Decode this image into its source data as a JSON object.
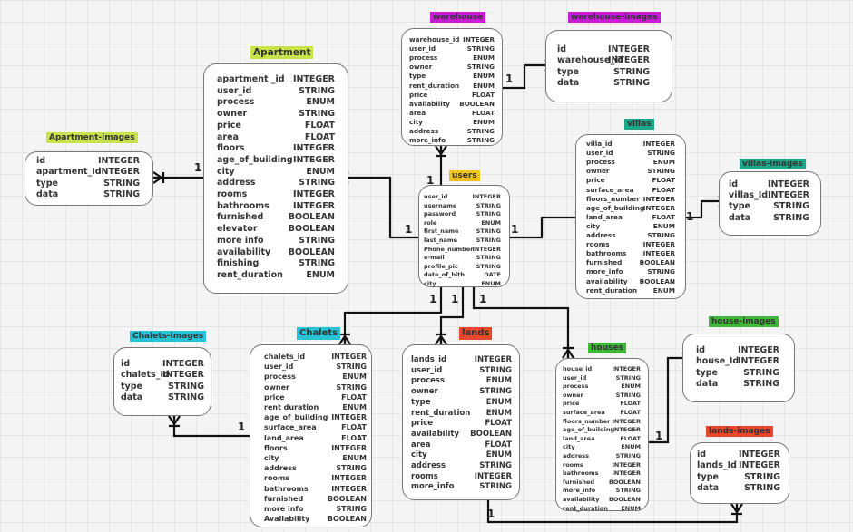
{
  "entities": {
    "warehouse": {
      "title": "warehouse",
      "color": "#c91bd8",
      "fields": [
        [
          "warehouse_id",
          "INTEGER"
        ],
        [
          "user_id",
          "STRING"
        ],
        [
          "process",
          "ENUM"
        ],
        [
          "owner",
          "STRING"
        ],
        [
          "type",
          "ENUM"
        ],
        [
          "rent_duration",
          "ENUM"
        ],
        [
          "price",
          "FLOAT"
        ],
        [
          "availability",
          "BOOLEAN"
        ],
        [
          "area",
          "FLOAT"
        ],
        [
          "city",
          "ENUM"
        ],
        [
          "address",
          "STRING"
        ],
        [
          "more_info",
          "STRING"
        ]
      ]
    },
    "warehouse_images": {
      "title": "warehouse-images",
      "color": "#c91bd8",
      "fields": [
        [
          "id",
          "INTEGER"
        ],
        [
          "warehouse_id",
          "INTEGER"
        ],
        [
          "type",
          "STRING"
        ],
        [
          "data",
          "STRING"
        ]
      ]
    },
    "apartment": {
      "title": "Apartment",
      "color": "#c9e34a",
      "fields": [
        [
          "apartment _id",
          "INTEGER"
        ],
        [
          "user_id",
          "STRING"
        ],
        [
          "process",
          "ENUM"
        ],
        [
          "owner",
          "STRING"
        ],
        [
          "price",
          "FLOAT"
        ],
        [
          "area",
          "FLOAT"
        ],
        [
          "floors",
          "INTEGER"
        ],
        [
          "age_of_building",
          "INTEGER"
        ],
        [
          "city",
          "ENUM"
        ],
        [
          "address",
          "STRING"
        ],
        [
          "rooms",
          "INTEGER"
        ],
        [
          "bathrooms",
          "INTEGER"
        ],
        [
          "furnished",
          "BOOLEAN"
        ],
        [
          "elevator",
          "BOOLEAN"
        ],
        [
          "more   info",
          "STRING"
        ],
        [
          "availability",
          "BOOLEAN"
        ],
        [
          "finishing",
          "STRING"
        ],
        [
          "rent_duration",
          "ENUM"
        ]
      ]
    },
    "apartment_images": {
      "title": "Apartment-images",
      "color": "#c9e34a",
      "fields": [
        [
          "id",
          "INTEGER"
        ],
        [
          "apartment_Id",
          "INTEGER"
        ],
        [
          "type",
          "STRING"
        ],
        [
          "data",
          "STRING"
        ]
      ]
    },
    "users": {
      "title": "users",
      "color": "#f2c21d",
      "fields": [
        [
          "user_id",
          "INTEGER"
        ],
        [
          "username",
          "STRING"
        ],
        [
          "password",
          "STRING"
        ],
        [
          "role",
          "ENUM"
        ],
        [
          "first_name",
          "STRING"
        ],
        [
          "last_name",
          "STRING"
        ],
        [
          "Phone_number",
          "INTEGER"
        ],
        [
          "e-mail",
          "STRING"
        ],
        [
          "profile_pic",
          "STRING"
        ],
        [
          "date_of_bith",
          "DATE"
        ],
        [
          "city",
          "ENUM"
        ]
      ]
    },
    "villas": {
      "title": "villas",
      "color": "#1aa88a",
      "fields": [
        [
          "villa_id",
          "INTEGER"
        ],
        [
          "user_id",
          "STRING"
        ],
        [
          "process",
          "ENUM"
        ],
        [
          "owner",
          "STRING"
        ],
        [
          "price",
          "FLOAT"
        ],
        [
          "surface_area",
          "FLOAT"
        ],
        [
          "floors_number",
          "INTEGER"
        ],
        [
          "age_of_building",
          "INTEGER"
        ],
        [
          "land_area",
          "FLOAT"
        ],
        [
          "city",
          "ENUM"
        ],
        [
          "address",
          "STRING"
        ],
        [
          "rooms",
          "INTEGER"
        ],
        [
          "bathrooms",
          "INTEGER"
        ],
        [
          "furnished",
          "BOOLEAN"
        ],
        [
          "more_info",
          "STRING"
        ],
        [
          "availability",
          "BOOLEAN"
        ],
        [
          "rent_duration",
          "ENUM"
        ]
      ]
    },
    "villas_images": {
      "title": "villas-images",
      "color": "#1aa88a",
      "fields": [
        [
          "id",
          "INTEGER"
        ],
        [
          "villas_Id",
          "INTEGER"
        ],
        [
          "type",
          "STRING"
        ],
        [
          "data",
          "STRING"
        ]
      ]
    },
    "chalets_images": {
      "title": "Chalets-images",
      "color": "#27c4d8",
      "fields": [
        [
          "id",
          "INTEGER"
        ],
        [
          "chalets_Id",
          "INTEGER"
        ],
        [
          "type",
          "STRING"
        ],
        [
          "data",
          "STRING"
        ]
      ]
    },
    "chalets": {
      "title": "Chalets",
      "color": "#27c4d8",
      "fields": [
        [
          "chalets_id",
          "INTEGER"
        ],
        [
          "user_id",
          "STRING"
        ],
        [
          "process",
          "ENUM"
        ],
        [
          "owner",
          "STRING"
        ],
        [
          "price",
          "FLOAT"
        ],
        [
          "rent duration",
          "ENUM"
        ],
        [
          "age_of_building",
          "INTEGER"
        ],
        [
          "surface_area",
          "FLOAT"
        ],
        [
          "land_area",
          "FLOAT"
        ],
        [
          "floors",
          "INTEGER"
        ],
        [
          "city",
          "ENUM"
        ],
        [
          "address",
          "STRING"
        ],
        [
          "rooms",
          "INTEGER"
        ],
        [
          "bathrooms",
          "INTEGER"
        ],
        [
          "furnished",
          "BOOLEAN"
        ],
        [
          "more info",
          "STRING"
        ],
        [
          "Availability",
          "BOOLEAN"
        ]
      ]
    },
    "lands": {
      "title": "lands",
      "color": "#e8472c",
      "fields": [
        [
          "lands_id",
          "INTEGER"
        ],
        [
          "user_id",
          "STRING"
        ],
        [
          "process",
          "ENUM"
        ],
        [
          "owner",
          "STRING"
        ],
        [
          "type",
          "ENUM"
        ],
        [
          "rent_duration",
          "ENUM"
        ],
        [
          "price",
          "FLOAT"
        ],
        [
          "availability",
          "BOOLEAN"
        ],
        [
          "area",
          "FLOAT"
        ],
        [
          "city",
          "ENUM"
        ],
        [
          "address",
          "STRING"
        ],
        [
          "rooms",
          "INTEGER"
        ],
        [
          "more_info",
          "STRING"
        ]
      ]
    },
    "houses": {
      "title": "houses",
      "color": "#3fb83a",
      "fields": [
        [
          "house_id",
          "INTEGER"
        ],
        [
          "user_id",
          "STRING"
        ],
        [
          "process",
          "ENUM"
        ],
        [
          "owner",
          "STRING"
        ],
        [
          "price",
          "FLOAT"
        ],
        [
          "surface_area",
          "FLOAT"
        ],
        [
          "floors_number",
          "INTEGER"
        ],
        [
          "age_of_building",
          "INTEGER"
        ],
        [
          "land_area",
          "FLOAT"
        ],
        [
          "city",
          "ENUM"
        ],
        [
          "address",
          "STRING"
        ],
        [
          "rooms",
          "INTEGER"
        ],
        [
          "bathrooms",
          "INTEGER"
        ],
        [
          "furnished",
          "BOOLEAN"
        ],
        [
          "more_info",
          "STRING"
        ],
        [
          "availability",
          "BOOLEAN"
        ],
        [
          "rent_duration",
          "ENUM"
        ]
      ]
    },
    "house_images": {
      "title": "house-images",
      "color": "#3fb83a",
      "fields": [
        [
          "id",
          "INTEGER"
        ],
        [
          "house_Id",
          "INTEGER"
        ],
        [
          "type",
          "STRING"
        ],
        [
          "data",
          "STRING"
        ]
      ]
    },
    "lands_images": {
      "title": "lands-images",
      "color": "#e8472c",
      "fields": [
        [
          "id",
          "INTEGER"
        ],
        [
          "lands_Id",
          "INTEGER"
        ],
        [
          "type",
          "STRING"
        ],
        [
          "data",
          "STRING"
        ]
      ]
    }
  },
  "relations": [
    {
      "from": "users",
      "to": "apartment",
      "label": "1"
    },
    {
      "from": "apartment",
      "to": "apartment_images",
      "label": "1"
    },
    {
      "from": "users",
      "to": "warehouse",
      "label": "1"
    },
    {
      "from": "warehouse",
      "to": "warehouse_images",
      "label": "1"
    },
    {
      "from": "users",
      "to": "villas",
      "label": "1"
    },
    {
      "from": "villas",
      "to": "villas_images",
      "label": "1"
    },
    {
      "from": "users",
      "to": "chalets",
      "label": "1"
    },
    {
      "from": "chalets",
      "to": "chalets_images",
      "label": "1"
    },
    {
      "from": "users",
      "to": "lands",
      "label": "1"
    },
    {
      "from": "lands",
      "to": "lands_images",
      "label": "1"
    },
    {
      "from": "users",
      "to": "houses",
      "label": "1"
    },
    {
      "from": "houses",
      "to": "house_images",
      "label": "1"
    }
  ]
}
